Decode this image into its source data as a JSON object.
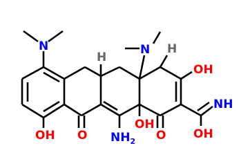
{
  "diagram": {
    "colors": {
      "bond": "#000000",
      "nitrogen": "#0000ff",
      "oxygen": "#ff0000",
      "hydrogen": "#666666"
    },
    "labels": {
      "n_left": "N",
      "n_top": "N",
      "h_left": "H",
      "h_right": "H",
      "oh_right": "OH",
      "oh_bottom_left": "OH",
      "o_ketone_left": "O",
      "nh2_main": "NH",
      "nh2_sub": "2",
      "oh_center": "OH",
      "o_ketone_right": "O",
      "nh_imine": "NH",
      "oh_amide": "OH"
    }
  }
}
